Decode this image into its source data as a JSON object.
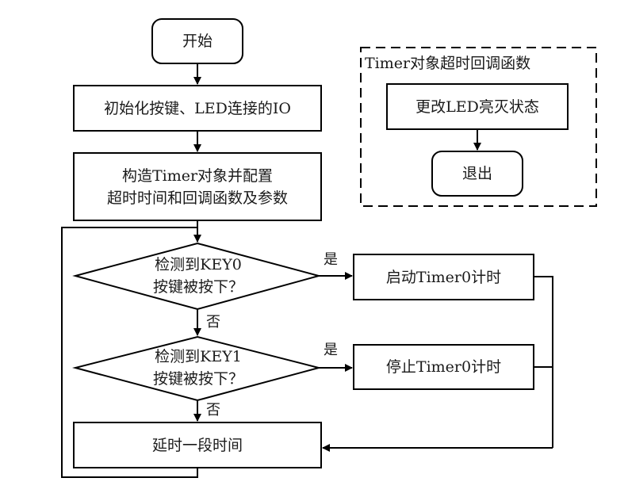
{
  "flowchart": {
    "main": {
      "start": "开始",
      "init": "初始化按键、LED连接的IO",
      "construct_line1": "构造Timer对象并配置",
      "construct_line2": "超时时间和回调函数及参数",
      "decision1_line1": "检测到KEY0",
      "decision1_line2": "按键被按下？",
      "decision2_line1": "检测到KEY1",
      "decision2_line2": "按键被按下？",
      "yes1": "是",
      "no1": "否",
      "yes2": "是",
      "no2": "否",
      "start_timer": "启动Timer0计时",
      "stop_timer": "停止Timer0计时",
      "delay": "延时一段时间"
    },
    "callback": {
      "title": "Timer对象超时回调函数",
      "change_led": "更改LED亮灭状态",
      "exit": "退出"
    }
  }
}
